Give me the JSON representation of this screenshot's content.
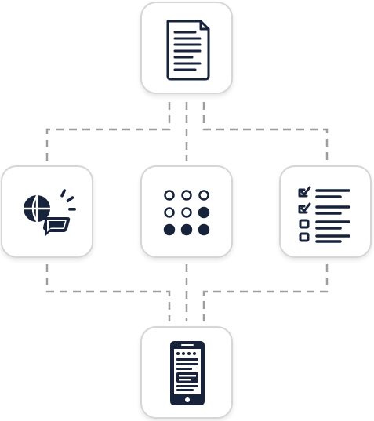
{
  "diagram": {
    "colors": {
      "icon": "#17223b",
      "connector": "#9e9e9e",
      "card_border": "#d6d6d6",
      "card_bg": "#ffffff"
    },
    "nodes": [
      {
        "id": "document",
        "icon": "document-icon"
      },
      {
        "id": "globe-chat",
        "icon": "globe-chat-icon"
      },
      {
        "id": "dot-grid",
        "icon": "dot-grid-icon"
      },
      {
        "id": "checklist",
        "icon": "checklist-icon"
      },
      {
        "id": "mobile",
        "icon": "mobile-phone-icon"
      }
    ],
    "edges": [
      {
        "from": "document",
        "to": "globe-chat",
        "style": "dashed"
      },
      {
        "from": "document",
        "to": "dot-grid",
        "style": "dashed"
      },
      {
        "from": "document",
        "to": "checklist",
        "style": "dashed"
      },
      {
        "from": "globe-chat",
        "to": "mobile",
        "style": "dashed"
      },
      {
        "from": "dot-grid",
        "to": "mobile",
        "style": "dashed"
      },
      {
        "from": "checklist",
        "to": "mobile",
        "style": "dashed"
      }
    ]
  }
}
